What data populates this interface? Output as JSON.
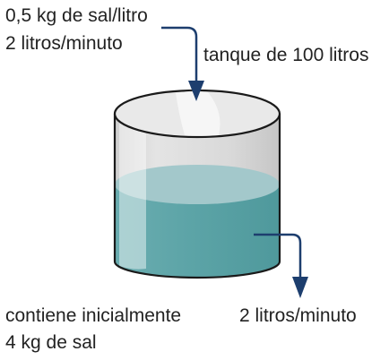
{
  "labels": {
    "inflow_concentration": "0,5 kg de sal/litro",
    "inflow_rate": "2 litros/minuto",
    "tank_capacity": "tanque de 100 litros",
    "initial_line1": "contiene inicialmente",
    "initial_line2": "4 kg de sal",
    "outflow_rate": "2 litros/minuto"
  },
  "colors": {
    "arrow": "#1d3e6e",
    "water": "#5ba3a6",
    "water_surface": "#a3c8cb",
    "tank_body": "#dcdcdc",
    "tank_outline": "#1a1a1a"
  }
}
